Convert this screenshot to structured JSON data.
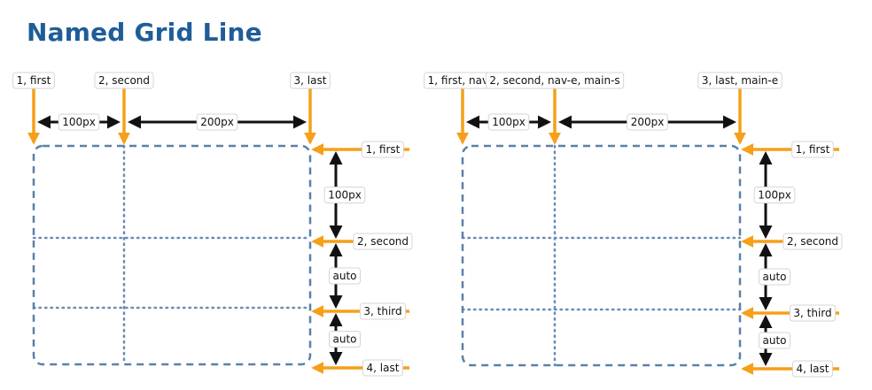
{
  "title": "Named Grid Line",
  "colors": {
    "title": "#1f5d99",
    "marker_arrow": "#f5a018",
    "dimension_arrow": "#111111",
    "grid_border": "#5a80aa",
    "grid_inner": "#6a8db5"
  },
  "diagrams": [
    {
      "id": "left",
      "column_lines": [
        "1, first",
        "2, second",
        "3, last"
      ],
      "column_sizes": [
        "100px",
        "200px"
      ],
      "row_lines": [
        "1, first",
        "2, second",
        "3, third",
        "4, last"
      ],
      "row_sizes": [
        "100px",
        "auto",
        "auto"
      ]
    },
    {
      "id": "right",
      "column_lines": [
        "1, first, nav-s",
        "2, second, nav-e, main-s",
        "3, last, main-e"
      ],
      "column_sizes": [
        "100px",
        "200px"
      ],
      "row_lines": [
        "1, first",
        "2, second",
        "3, third",
        "4, last"
      ],
      "row_sizes": [
        "100px",
        "auto",
        "auto"
      ]
    }
  ]
}
